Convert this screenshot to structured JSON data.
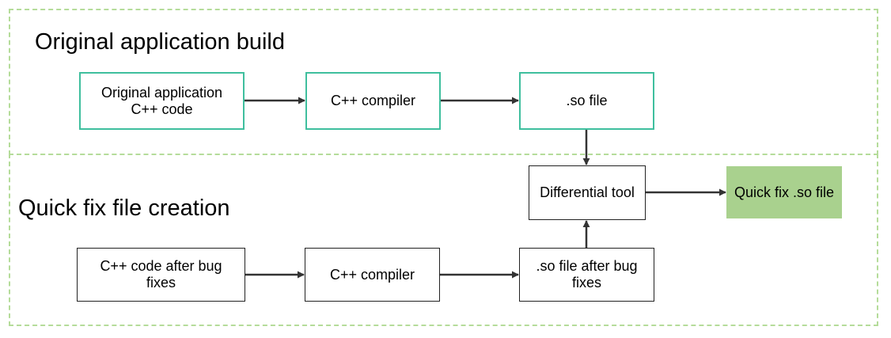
{
  "sections": {
    "original_title": "Original application build",
    "quickfix_title": "Quick fix file creation"
  },
  "nodes": {
    "orig_code": {
      "line1": "Original application",
      "line2": "C++ code"
    },
    "orig_compiler": {
      "label": "C++ compiler"
    },
    "orig_so": {
      "label": ".so file"
    },
    "diff_tool": {
      "label": "Differential tool"
    },
    "quickfix_so": {
      "label": "Quick fix .so file"
    },
    "fixed_code": {
      "line1": "C++ code after bug",
      "line2": "fixes"
    },
    "fixed_compiler": {
      "label": "C++ compiler"
    },
    "fixed_so": {
      "line1": ".so file after bug",
      "line2": "fixes"
    }
  },
  "colors": {
    "region_border": "#b5dc9a",
    "original_node_border": "#3fbf9e",
    "quickfix_node_border": "#222222",
    "output_fill": "#a9d18e",
    "arrow": "#333333"
  }
}
